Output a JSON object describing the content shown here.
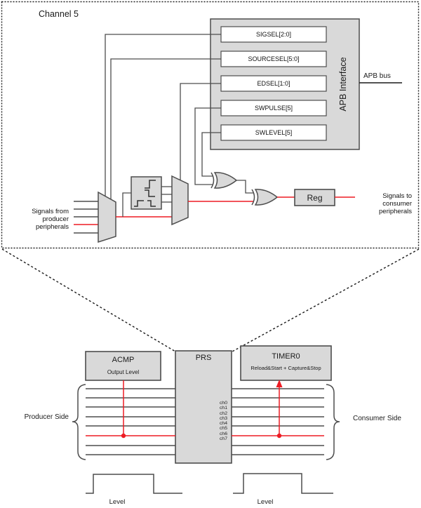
{
  "colors": {
    "red": "#ed1c24",
    "box_fill": "#d9d9d9",
    "stroke": "#4d4d4d"
  },
  "top": {
    "title": "Channel 5",
    "apb": {
      "label": "APB Interface",
      "bus_label": "APB bus",
      "registers": [
        "SIGSEL[2:0]",
        "SOURCESEL[5:0]",
        "EDSEL[1:0]",
        "SWPULSE[5]",
        "SWLEVEL[5]"
      ]
    },
    "reg_block": "Reg",
    "signals_from_line1": "Signals from producer",
    "signals_from_line2": "peripherals",
    "signals_to_line1": "Signals to consumer",
    "signals_to_line2": "peripherals"
  },
  "lower": {
    "acmp": {
      "title": "ACMP",
      "subtitle": "Output Level"
    },
    "prs": {
      "title": "PRS",
      "channels": [
        "ch0",
        "ch1",
        "ch2",
        "ch3",
        "ch4",
        "ch5",
        "ch6",
        "ch7"
      ]
    },
    "timer0": {
      "title": "TIMER0",
      "subtitle": "Reload&Start + Capture&Stop"
    },
    "producer_side": "Producer Side",
    "consumer_side": "Consumer Side",
    "level_left": "Level",
    "level_right": "Level"
  }
}
